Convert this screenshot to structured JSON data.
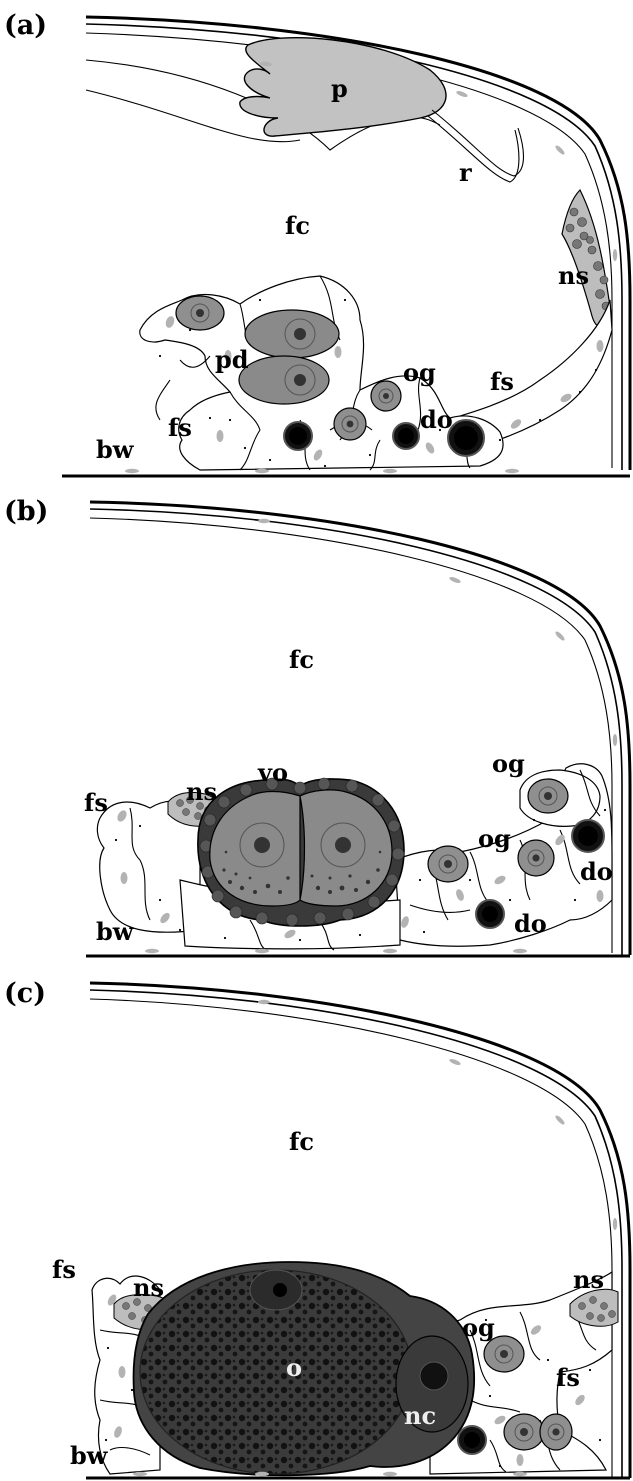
{
  "panels": [
    {
      "id": "a",
      "panel_label": "(a)",
      "labels": {
        "p": "p",
        "r": "r",
        "fc": "fc",
        "ns": "ns",
        "pd": "pd",
        "og": "og",
        "fs1": "fs",
        "fs2": "fs",
        "do": "do",
        "bw": "bw"
      }
    },
    {
      "id": "b",
      "panel_label": "(b)",
      "labels": {
        "fc": "fc",
        "og1": "og",
        "fs": "fs",
        "ns": "ns",
        "vo": "vo",
        "og2": "og",
        "do1": "do",
        "do2": "do",
        "bw": "bw"
      }
    },
    {
      "id": "c",
      "panel_label": "(c)",
      "labels": {
        "fc": "fc",
        "fs1": "fs",
        "ns1": "ns",
        "ns2": "ns",
        "og": "og",
        "o": "o",
        "nc": "nc",
        "fs2": "fs",
        "bw": "bw"
      }
    }
  ],
  "colors": {
    "light_gray": "#bdbdbd",
    "mid_gray": "#8f8f8f",
    "dark_gray": "#4a4a4a",
    "oocyte_dark": "#3a3a3a",
    "black": "#000000",
    "white": "#ffffff"
  }
}
